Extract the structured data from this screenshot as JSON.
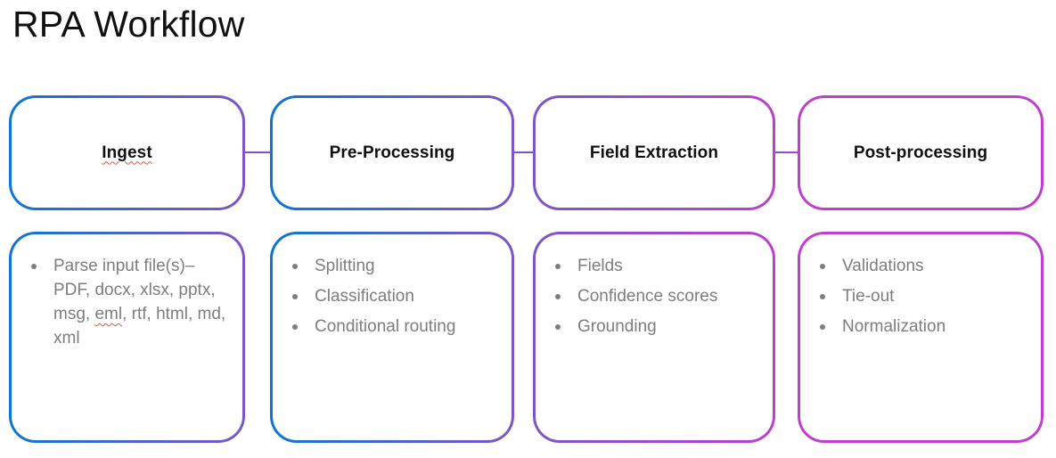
{
  "title": "RPA Workflow",
  "colors": {
    "blue": "#0D76D1",
    "purple": "#7D55C7",
    "magenta": "#BF3ECF",
    "body_text": "#7D7D7D",
    "heading_text": "#111111",
    "squiggle_red": "#E05347"
  },
  "stages": [
    {
      "label": "Ingest",
      "items": [
        {
          "pre": "Parse input file(s)– PDF, docx, xlsx, pptx, msg, ",
          "misspelled_word": "eml",
          "post": ", rtf, html, md, xml"
        }
      ]
    },
    {
      "label": "Pre-Processing",
      "items": [
        {
          "text": "Splitting"
        },
        {
          "text": "Classification"
        },
        {
          "text": "Conditional routing"
        }
      ]
    },
    {
      "label": "Field Extraction",
      "items": [
        {
          "text": "Fields"
        },
        {
          "text": "Confidence scores"
        },
        {
          "text": "Grounding"
        }
      ]
    },
    {
      "label": "Post-processing",
      "items": [
        {
          "text": "Validations"
        },
        {
          "text": "Tie-out"
        },
        {
          "text": "Normalization"
        }
      ]
    }
  ]
}
